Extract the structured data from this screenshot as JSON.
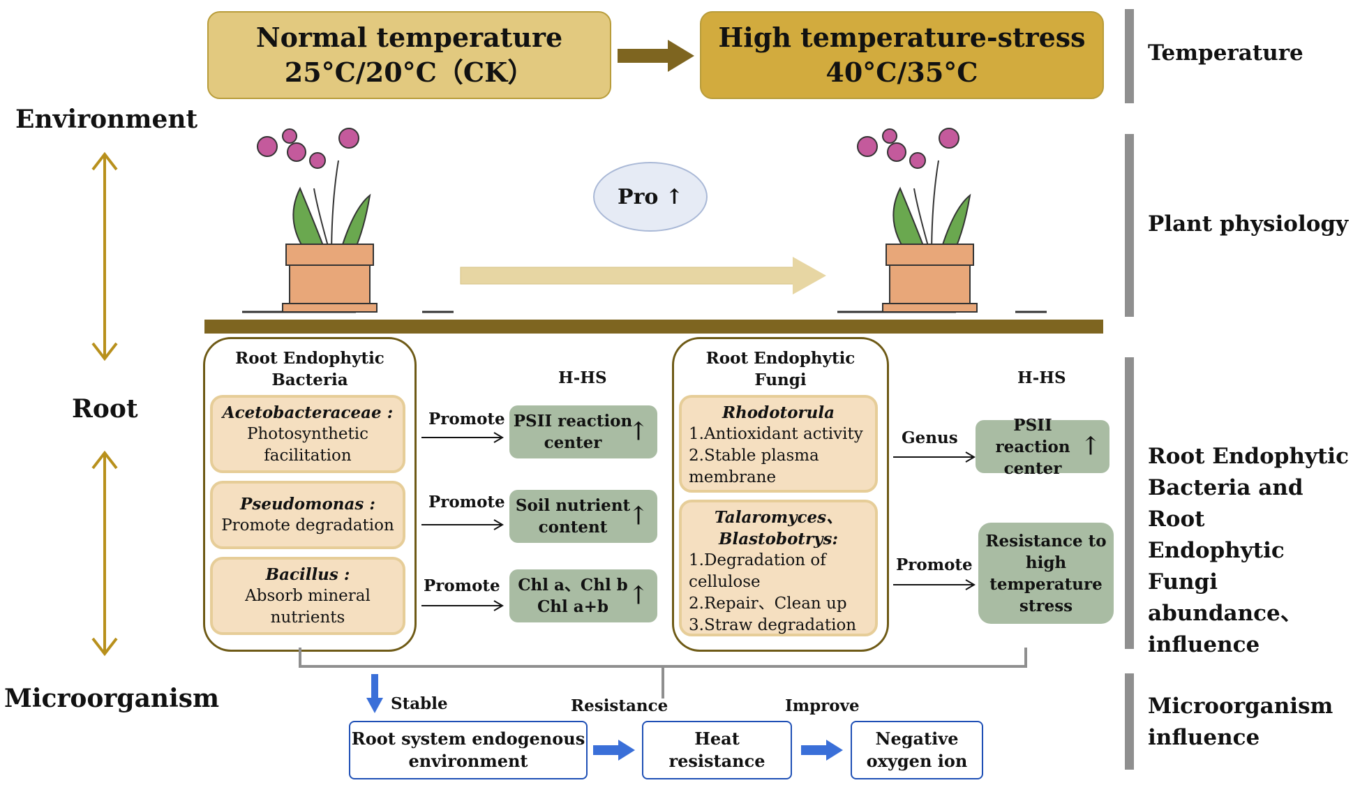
{
  "left_labels": {
    "environment": "Environment",
    "root": "Root",
    "microorganism": "Microorganism"
  },
  "right_labels": {
    "temperature": "Temperature",
    "plant_physiology": "Plant physiology",
    "root_endophytic": "Root Endophytic\nBacteria and Root\nEndophytic Fungi\nabundance、\ninfluence",
    "microorganism_influence": "Microorganism\ninfluence"
  },
  "temperature": {
    "normal": {
      "line1": "Normal temperature",
      "line2": "25°C/20°C（CK）"
    },
    "high": {
      "line1": "High temperature-stress",
      "line2": "40°C/35°C"
    }
  },
  "pro_label": "Pro ↑",
  "bacteria_panel": {
    "title": "Root Endophytic\nBacteria",
    "items": [
      {
        "name": "Acetobacteraceae :",
        "desc": "Photosynthetic\nfacilitation"
      },
      {
        "name": "Pseudomonas :",
        "desc": "Promote degradation"
      },
      {
        "name": "Bacillus :",
        "desc": "Absorb mineral\nnutrients"
      }
    ]
  },
  "fungi_panel": {
    "title": "Root Endophytic\nFungi",
    "items": [
      {
        "name": "Rhodotorula",
        "desc": "1.Antioxidant activity\n2.Stable plasma\nmembrane"
      },
      {
        "name": "Talaromyces、\nBlastobotrys:",
        "desc": "1.Degradation of\ncellulose\n2.Repair、Clean up\n3.Straw degradation"
      }
    ]
  },
  "hhs_left": "H-HS",
  "hhs_right": "H-HS",
  "arrows_left": [
    "Promote",
    "Promote",
    "Promote"
  ],
  "arrows_right": [
    "Genus",
    "Promote"
  ],
  "results_left": [
    "PSII reaction\ncenter",
    "Soil nutrient\ncontent",
    "Chl a、Chl b\nChl a+b"
  ],
  "results_right": [
    "PSII reaction\ncenter",
    "Resistance to\nhigh\ntemperature\nstress"
  ],
  "up_arrow": "↑",
  "bottom": {
    "stable": "Stable",
    "resistance": "Resistance",
    "improve": "Improve",
    "box1": "Root system endogenous\nenvironment",
    "box2": "Heat\nresistance",
    "box3": "Negative\noxygen ion"
  },
  "colors": {
    "gold": "#b8901c",
    "tan": "#e2c97f",
    "dark_tan": "#d7b34a",
    "brown": "#7e6520",
    "green": "#a9bca3",
    "blue": "#3a6fd8"
  }
}
